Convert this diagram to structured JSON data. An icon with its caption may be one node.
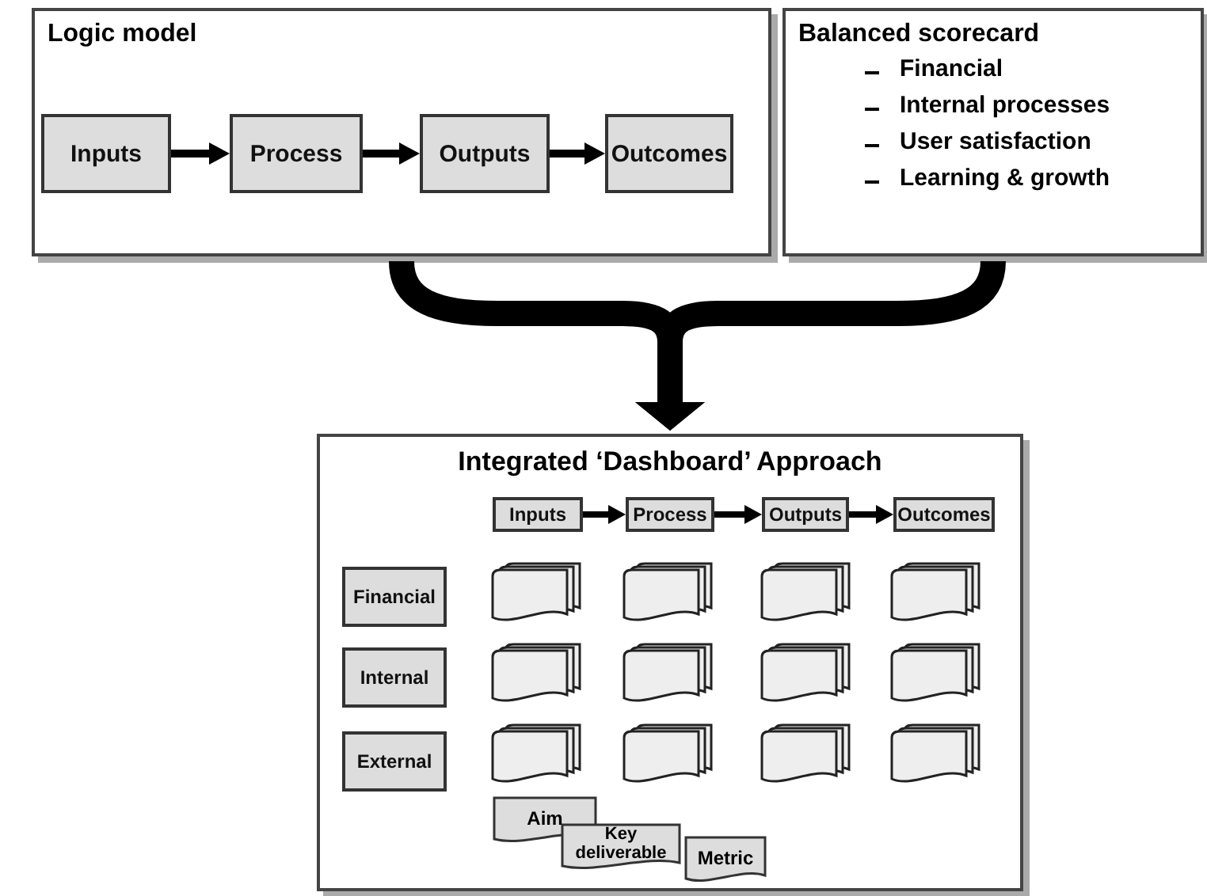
{
  "diagram": {
    "nodes": [
      {
        "text": [
          "Logic model"
        ]
      },
      {
        "text": [
          "Inputs"
        ],
        "in": 0
      },
      {
        "text": [
          "Process"
        ],
        "in": 0
      },
      {
        "text": [
          "Outputs"
        ],
        "in": 0
      },
      {
        "text": [
          "Outcomes"
        ],
        "in": 0
      },
      {
        "text": [
          "Balanced scorecard",
          "Financial",
          "Internal processes",
          "User satisfaction",
          "Learning & growth"
        ]
      },
      {
        "text": [
          "Integrated ‘Dashboard’ Approach"
        ]
      },
      {
        "text": [
          "Inputs"
        ],
        "in": 6
      },
      {
        "text": [
          "Process"
        ],
        "in": 6
      },
      {
        "text": [
          "Outputs"
        ],
        "in": 6
      },
      {
        "text": [
          "Outcomes"
        ],
        "in": 6
      },
      {
        "text": [
          "Financial"
        ],
        "in": 6
      },
      {
        "text": [],
        "shape": "document",
        "in": 6
      },
      {
        "text": [],
        "shape": "document",
        "in": 6
      },
      {
        "text": [],
        "shape": "document",
        "in": 6
      },
      {
        "text": [],
        "shape": "document",
        "in": 6
      },
      {
        "text": [
          "Internal"
        ],
        "in": 6
      },
      {
        "text": [],
        "shape": "document",
        "in": 6
      },
      {
        "text": [],
        "shape": "document",
        "in": 6
      },
      {
        "text": [],
        "shape": "document",
        "in": 6
      },
      {
        "text": [],
        "shape": "document",
        "in": 6
      },
      {
        "text": [
          "External"
        ],
        "in": 6
      },
      {
        "text": [],
        "shape": "document",
        "in": 6
      },
      {
        "text": [],
        "shape": "document",
        "in": 6
      },
      {
        "text": [],
        "shape": "document",
        "in": 6
      },
      {
        "text": [],
        "shape": "document",
        "in": 6
      },
      {
        "text": [
          "Aim"
        ],
        "in": 6
      },
      {
        "text": [
          "Key deliverable"
        ],
        "in": 6
      },
      {
        "text": [
          "Metric"
        ],
        "in": 6
      }
    ],
    "edges": [
      {
        "from": 1,
        "to": 2,
        "arrow": "to"
      },
      {
        "from": 2,
        "to": 3,
        "arrow": "to"
      },
      {
        "from": 3,
        "to": 4,
        "arrow": "to"
      },
      {
        "from": 0,
        "to": 6,
        "arrow": "to",
        "style": "thick"
      },
      {
        "from": 5,
        "to": 6,
        "arrow": "to",
        "style": "thick"
      },
      {
        "from": 7,
        "to": 8,
        "arrow": "to"
      },
      {
        "from": 8,
        "to": 9,
        "arrow": "to"
      },
      {
        "from": 9,
        "to": 10,
        "arrow": "to"
      }
    ]
  }
}
